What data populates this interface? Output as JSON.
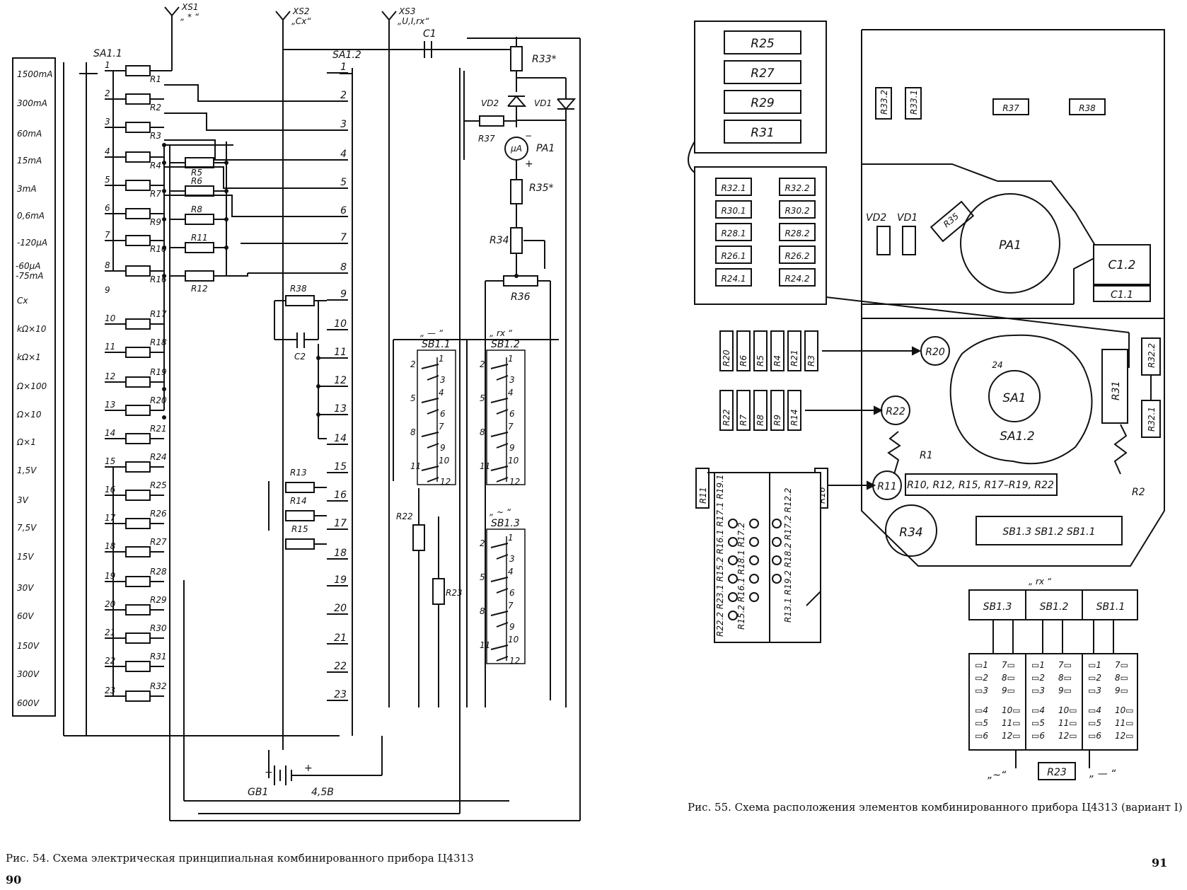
{
  "fig54": {
    "caption": "Рис. 54. Схема электрическая принципиальная комбинированного прибора Ц4313",
    "page_number": "90",
    "scale_labels": [
      "1500mA",
      "300mA",
      "60mA",
      "15mA",
      "3mA",
      "0,6mA",
      "-120µA",
      "-60µA -75mA",
      "Cx",
      "kΩ×10",
      "kΩ×1",
      "Ω×100",
      "Ω×10",
      "Ω×1",
      "1,5V",
      "3V",
      "7,5V",
      "15V",
      "30V",
      "60V",
      "150V",
      "300V",
      "600V"
    ],
    "sa1_pins": [
      "1",
      "2",
      "3",
      "4",
      "5",
      "6",
      "7",
      "8",
      "9",
      "10",
      "11",
      "12",
      "13",
      "14",
      "15",
      "16",
      "17",
      "18",
      "19",
      "20",
      "21",
      "22",
      "23"
    ],
    "sa2_pins": [
      "1",
      "2",
      "3",
      "4",
      "5",
      "6",
      "7",
      "8",
      "9",
      "10",
      "11",
      "12",
      "13",
      "14",
      "15",
      "16",
      "17",
      "18",
      "19",
      "20",
      "21",
      "22",
      "23"
    ],
    "switch_labels": {
      "sa1": "SA1.1",
      "sa2": "SA1.2"
    },
    "sockets": {
      "xs1": "XS1",
      "xs1_sub": "„ * “",
      "xs2": "XS2",
      "xs2_sub": "„Cx“",
      "xs3": "XS3",
      "xs3_sub": "„U,I,rx“"
    },
    "resistors_left": [
      {
        "ref": "R1"
      },
      {
        "ref": "R2"
      },
      {
        "ref": "R3"
      },
      {
        "ref": "R4"
      },
      {
        "ref": "R7"
      },
      {
        "ref": "R9"
      },
      {
        "ref": "R10"
      },
      {
        "ref": "R16"
      },
      {
        "ref": "R17"
      },
      {
        "ref": "R18"
      },
      {
        "ref": "R19"
      },
      {
        "ref": "R20"
      },
      {
        "ref": "R21"
      },
      {
        "ref": "R24"
      },
      {
        "ref": "R25"
      },
      {
        "ref": "R26"
      },
      {
        "ref": "R27"
      },
      {
        "ref": "R28"
      },
      {
        "ref": "R29"
      },
      {
        "ref": "R30"
      },
      {
        "ref": "R31"
      },
      {
        "ref": "R32"
      }
    ],
    "resistors_mid": [
      "R5",
      "R6",
      "R8",
      "R11",
      "R12"
    ],
    "resistors_right": [
      "R13",
      "R14",
      "R15",
      "R38"
    ],
    "components": {
      "c1": "C1",
      "c2": "C2",
      "r33": "R33*",
      "vd2": "VD2",
      "vd1": "VD1",
      "r37": "R37",
      "pa1": "PA1",
      "meter": "µA",
      "r35": "R35*",
      "r34": "R34",
      "r36": "R36",
      "r22": "R22",
      "r23": "R23",
      "gb1": "GB1",
      "battery_v": "4,5В",
      "plus": "+",
      "minus": "−"
    },
    "buttons": [
      {
        "ref": "SB1.1",
        "label": "„ — “"
      },
      {
        "ref": "SB1.2",
        "label": "„ rx “"
      },
      {
        "ref": "SB1.3",
        "label": "„ ~ “"
      }
    ],
    "button_pins": [
      "1",
      "2",
      "3",
      "4",
      "5",
      "6",
      "7",
      "8",
      "9",
      "10",
      "11",
      "12"
    ]
  },
  "fig55": {
    "caption": "Рис. 55. Схема расположения элементов комбинированного прибора Ц4313 (вариант I)",
    "page_number": "91",
    "board_resistors": [
      "R25",
      "R27",
      "R29",
      "R31"
    ],
    "pair_grid": [
      [
        "R32.1",
        "R32.2"
      ],
      [
        "R30.1",
        "R30.2"
      ],
      [
        "R28.1",
        "R28.2"
      ],
      [
        "R26.1",
        "R26.2"
      ],
      [
        "R24.1",
        "R24.2"
      ]
    ],
    "top_labels": [
      "R33.2",
      "R33.1",
      "R37",
      "R38"
    ],
    "vd_labels": [
      "VD2",
      "VD1"
    ],
    "r35_label": "R35",
    "pa1_label": "PA1",
    "c_labels": [
      "C1.2",
      "C1.1"
    ],
    "strip1": [
      "R20",
      "R6",
      "R5",
      "R4",
      "R21",
      "R3"
    ],
    "strip1_target": "R20",
    "strip2": [
      "R22",
      "R7",
      "R8",
      "R9",
      "R14"
    ],
    "strip2_target": "R22",
    "strip3_left": "R11",
    "strip3_right": "R16",
    "strip3_target": "R11",
    "vertical_labels_a": [
      "R22.2",
      "R23.1",
      "R15.2",
      "R16.1",
      "R17.1",
      "R19.1"
    ],
    "vertical_labels_b": [
      "R15.2",
      "R16.1",
      "R18.1",
      "R17.2"
    ],
    "vertical_labels_c": [
      "R13.1",
      "R19.2",
      "R18.2",
      "R17.2",
      "R12.2"
    ],
    "sa1_label": "SA1",
    "sa12_label": "SA1.2",
    "sa_pin": "24",
    "r1_label": "R1",
    "r2_label": "R2",
    "r31_label": "R31",
    "r322_label": "R32.2",
    "r321_label": "R32.1",
    "chain_label": "R10, R12, R15, R17–R19, R22",
    "r34_label": "R34",
    "sb_row": "SB1.3  SB1.2  SB1.1",
    "rx_label": "„ rx “",
    "sb_headers": [
      "SB1.3",
      "SB1.2",
      "SB1.1"
    ],
    "pin_cols": [
      [
        "1",
        "2",
        "3",
        "4",
        "5",
        "6"
      ],
      [
        "7",
        "8",
        "9",
        "10",
        "11",
        "12"
      ]
    ],
    "ac_label": "„~“",
    "r23_label": "R23",
    "dc_label": "„ — “"
  }
}
